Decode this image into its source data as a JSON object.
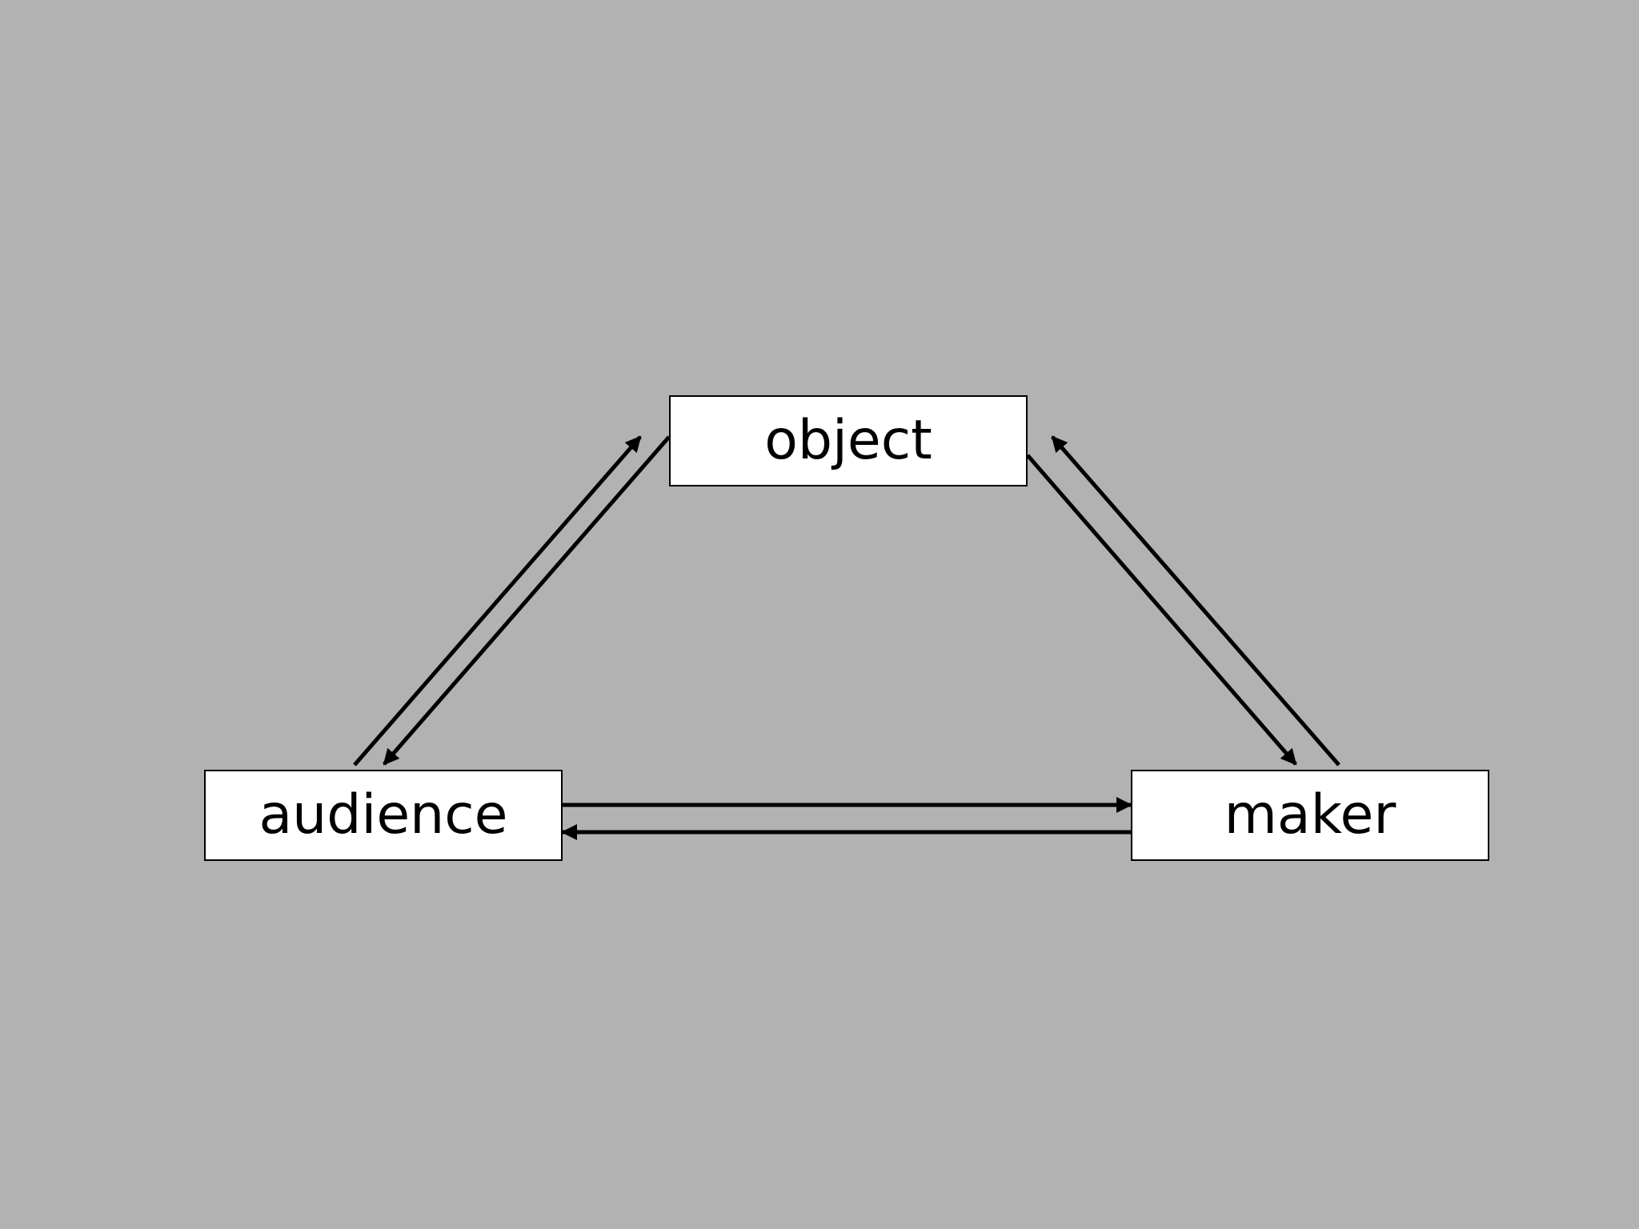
{
  "nodes": {
    "object": "object",
    "audience": "audience",
    "maker": "maker"
  },
  "colors": {
    "background": "#b2b2b2",
    "box_fill": "#ffffff",
    "stroke": "#000000"
  }
}
